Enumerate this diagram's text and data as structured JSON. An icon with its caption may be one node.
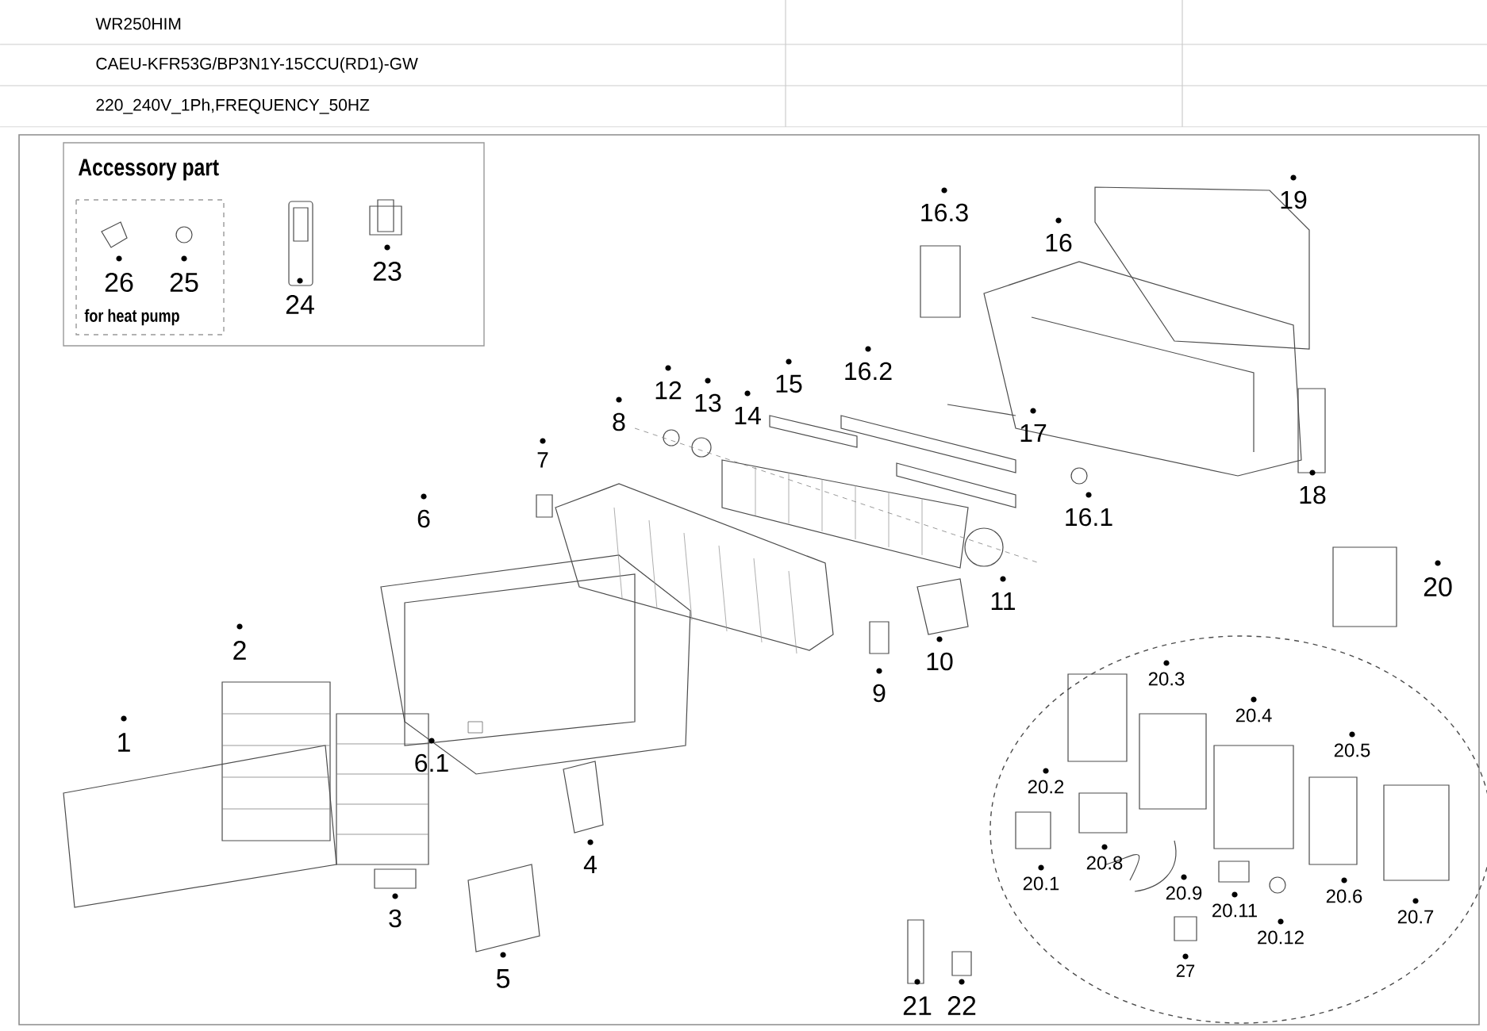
{
  "diagram": {
    "title": "WR250HIM",
    "nodes": [
      {
        "text": [
          "Accessory part"
        ]
      },
      {
        "text": [
          "for heat pump"
        ],
        "in": 0
      }
    ],
    "labels": [
      "CAEU-KFR53G/BP3N1Y-15CCU(RD1)-GW",
      "220_240V_1Ph,FREQUENCY_50HZ",
      "26",
      "25",
      "24",
      "23",
      "16.3",
      "19",
      "16",
      "8",
      "12",
      "13",
      "14",
      "15",
      "16.2",
      "17",
      "7",
      "16.1",
      "18",
      "6",
      "20",
      "11",
      "2",
      "10",
      "9",
      "20.3",
      "20.4",
      "1",
      "20.5",
      "6.1",
      "20.2",
      "4",
      "20.8",
      "20.1",
      "20.9",
      "20.6",
      "20.11",
      "20.7",
      "3",
      "20.12",
      "5",
      "27",
      "21",
      "22"
    ]
  }
}
